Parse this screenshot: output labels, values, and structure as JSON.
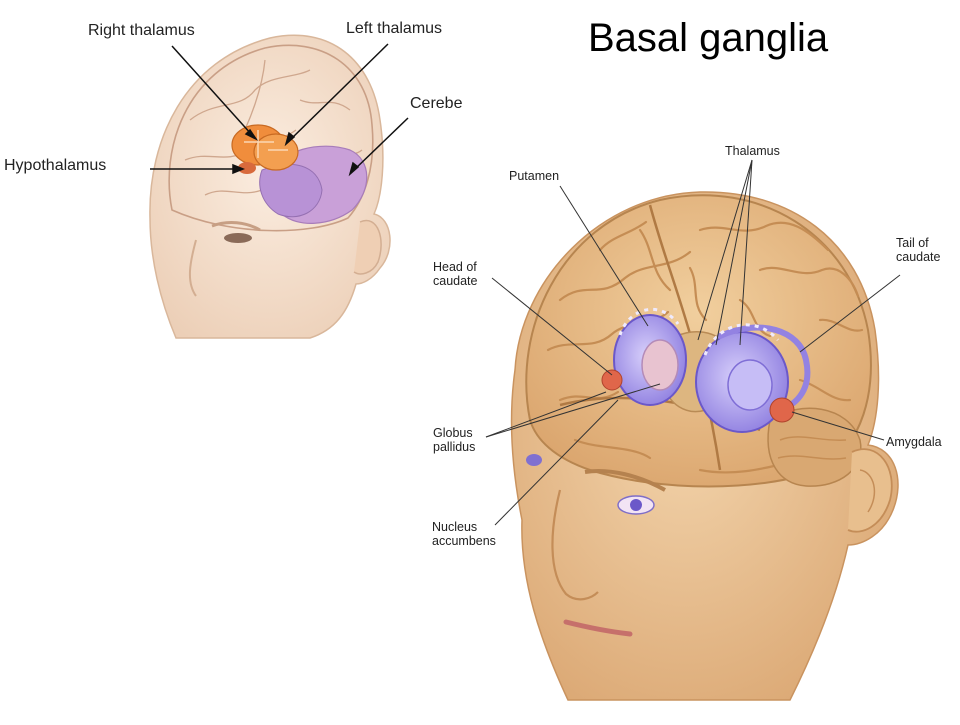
{
  "title": "Basal ganglia",
  "top_figure": {
    "labels": {
      "right_thalamus": "Right thalamus",
      "left_thalamus": "Left thalamus",
      "cerebellum": "Cerebe",
      "hypothalamus": "Hypothalamus"
    }
  },
  "main_figure": {
    "labels": {
      "putamen": "Putamen",
      "thalamus": "Thalamus",
      "head_of_caudate": [
        "Head of",
        "caudate"
      ],
      "tail_of_caudate": [
        "Tail of",
        "caudate"
      ],
      "globus_pallidus": [
        "Globus",
        "pallidus"
      ],
      "amygdala": "Amygdala",
      "nucleus_accumbens": [
        "Nucleus",
        "accumbens"
      ]
    }
  },
  "colors": {
    "skin": "#ecc797",
    "brain": "#e9bc85",
    "thalamus_small": "#f0903e",
    "basal_ganglia": "#9d8ee6",
    "amygdala": "#e0664a"
  }
}
